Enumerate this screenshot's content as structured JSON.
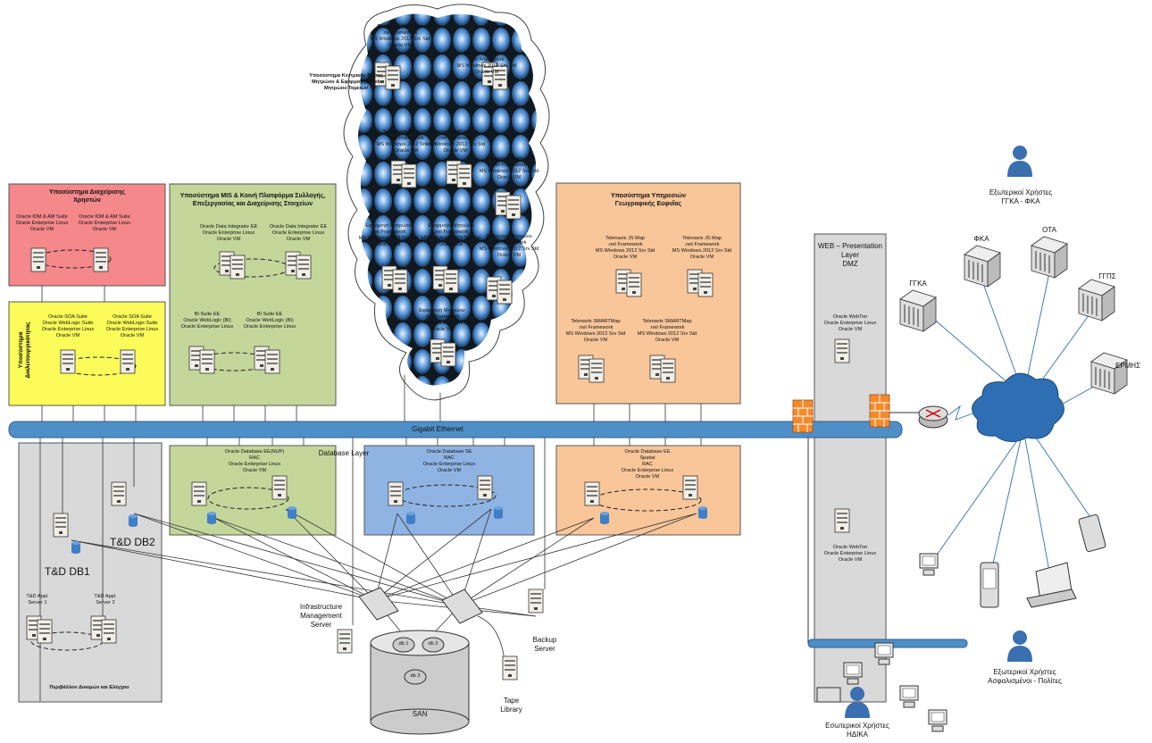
{
  "zones": {
    "identity": {
      "title": "Υποσύστημα Διαχείρισης\nΧρηστών",
      "srv1": "Oracle IDM & AM Suite\nOracle Enterprise Linux\nOracle VM",
      "srv2": "Oracle IDM & AM Suite\nOracle Enterprise Linux\nOracle VM"
    },
    "interop": {
      "title": "Υποσύστημα\nΔιαλειτουργικότητας",
      "srv1": "Oracle SOA Suite\nOracle WebLogic Suite\nOracle Enterprise Linux\nOracle VM",
      "srv2": "Oracle SOA Suite\nOracle WebLogic Suite\nOracle Enterprise Linux\nOracle VM"
    },
    "mis": {
      "title": "Υποσύστημα MIS & Κοινή Πλατφόρμα Συλλογής,\nΕπεξεργασίας και Διαχείρισης Στοιχείων",
      "srv1": "Oracle Data Integrator EE\nOracle Enterprise Linux\nOracle VM",
      "srv2": "Oracle Data Integrator EE\nOracle Enterprise Linux\nOracle VM",
      "srv3": "BI Suite EE\nOracle WebLogic (BI)\nOracle Enterprise Linux",
      "srv4": "BI Suite EE\nOracle WebLogic (BI)\nOracle Enterprise Linux"
    },
    "cloud": {
      "title": "Υποσύστημα Κεντρικής Βάσης\nΜητρώου & Εφαρμογής Web\nΜητρώου Ταμείων",
      "app_full": "Εφαρμογή Μητρώου\n.net Framework\nMS Windows 2012 Srv Std\nOracle VM"
    },
    "geo": {
      "title": "Υποσύστημα Υπηρεσιών\nΓεωγραφικής Ευφυΐας",
      "srv1": "Telenavis JS Map\n.net Framework\nMS Windows 2012 Srv Std\nOracle VM",
      "srv2": "Telenavis JS Map\n.net Framework\nMS Windows 2012 Srv Std\nOracle VM",
      "srv3": "Telenavis SMARTMap\n.net Framework\nMS Windows 2012 Srv Std\nOracle VM",
      "srv4": "Telenavis SMARTMap\n.net Framework\nMS Windows 2012 Srv Std\nOracle VM"
    },
    "db_nup": {
      "title": "Oracle Database EE(NUP)\nRAC\nOracle Enterprise Linux\nOracle VM"
    },
    "db_se": {
      "title": "Oracle Database SE\nRAC\nOracle Enterprise Linux\nOracle VM"
    },
    "db_spatial": {
      "title": "Oracle Database EE\nSpatial\nRAC\nOracle Enterprise Linux\nOracle VM"
    },
    "test": {
      "title": "Περιβάλλον Δοκιμών και Ελέγχου",
      "db1": "T&D DB1",
      "db2": "T&D DB2",
      "app1": "T&D Appl.\nServer 1",
      "app2": "T&D Appl.\nServer 2"
    },
    "dmz": {
      "title": "WEB – Presentation\nLayer\nDMZ",
      "srv1": "Oracle WebTier\nOracle Enterprise Linux\nOracle VM",
      "srv2": "Oracle WebTier\nOracle Enterprise Linux\nOracle VM"
    }
  },
  "network": {
    "backbone": "Gigabit Ethernet",
    "db_layer": "Database Layer"
  },
  "storage": {
    "infra": "Infrastructure\nManagement\nServer",
    "backup": "Backup\nServer",
    "tape": "Tape\nLibrary",
    "san": "SAN",
    "db1": "db 1",
    "db2": "db 2",
    "db3": "db 3"
  },
  "external": {
    "users_top": "Εξωτερικοί Χρήστες\nΓΓΚΑ - ΦΚΑ",
    "users_bottom": "Εξωτερικοί Χρήστες\nΑσφαλισμένοι - Πολίτες",
    "users_internal": "Εσωτερικοί Χρήστες\nΗΔΙΚΑ",
    "gka": "ΓΓΚΑ",
    "fka": "ΦΚΑ",
    "ota": "ΟΤΑ",
    "ggps": "ΓΓΠΣ",
    "ermis": "ΕΡΜΗΣ"
  },
  "colors": {
    "backbone": "#4f8fc8",
    "identity": "#f4888a",
    "interop": "#fbfb5a",
    "mis": "#c4d79b",
    "geo": "#f9c69a",
    "db_se": "#8fb4e3",
    "grey": "#d9d9d9",
    "firewall": "#f58a2c",
    "cloud": "#2e6fb3"
  }
}
